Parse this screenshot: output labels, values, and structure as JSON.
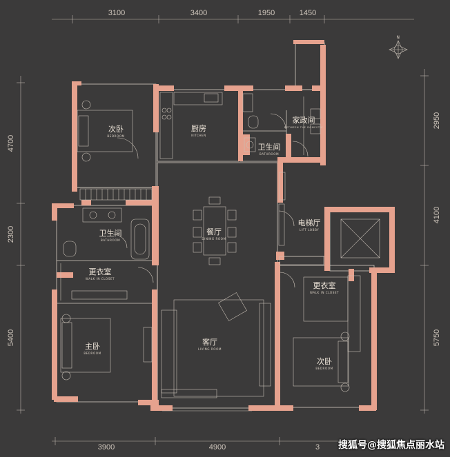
{
  "dimensions": {
    "top": [
      "3100",
      "3400",
      "1950",
      "1450"
    ],
    "bottom": [
      "3900",
      "4900",
      "3"
    ],
    "left": [
      "4700",
      "2300",
      "5400"
    ],
    "right": [
      "2950",
      "4100",
      "5750"
    ]
  },
  "rooms": {
    "bedroom_nw": {
      "cn": "次卧",
      "en": "BEDROOM"
    },
    "kitchen": {
      "cn": "厨房",
      "en": "KITCHEN"
    },
    "bath_n": {
      "cn": "卫生间",
      "en": "BATHROOM"
    },
    "laundry": {
      "cn": "家政间",
      "en": "BETWEEN THE DOMESTIC"
    },
    "bath_w": {
      "cn": "卫生间",
      "en": "BATHROOM"
    },
    "dining": {
      "cn": "餐厅",
      "en": "DINING ROOM"
    },
    "lift": {
      "cn": "电梯厅",
      "en": "LIFT LOBBY"
    },
    "closet_w": {
      "cn": "更衣室",
      "en": "WALK IN CLOSET"
    },
    "closet_e": {
      "cn": "更衣室",
      "en": "WALK IN CLOSET"
    },
    "master": {
      "cn": "主卧",
      "en": "BEDROOM"
    },
    "living": {
      "cn": "客厅",
      "en": "LIVING ROOM"
    },
    "bedroom_se": {
      "cn": "次卧",
      "en": "BEDROOM"
    }
  },
  "compass": {
    "label": "N"
  },
  "watermark": "搜狐号@搜狐焦点丽水站",
  "colors": {
    "background": "#3b3a3a",
    "wall": "#e6a28e",
    "line": "#d6cdc2"
  }
}
